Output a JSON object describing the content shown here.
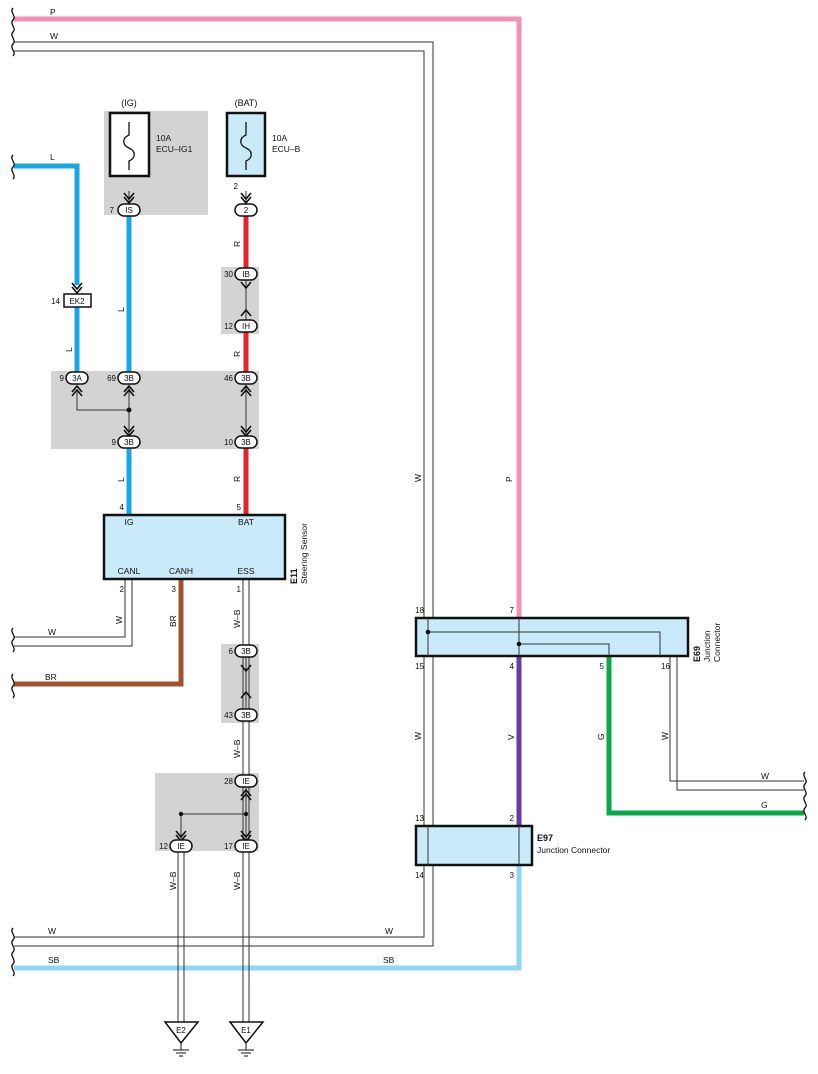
{
  "colors": {
    "pink": "#F48FB8",
    "blue": "#16A8E6",
    "red": "#E8212B",
    "brown": "#A0522D",
    "purple": "#6B3AA0",
    "green": "#0EA64A",
    "lightblue": "#8DD6F5",
    "gray": "#D3D3D3",
    "box": "#C9EAF8"
  },
  "wires": {
    "p_top": "P",
    "w_top": "W",
    "l_left": "L",
    "l_v1": "L",
    "l_v2": "L",
    "l_v3": "L",
    "r_v1": "R",
    "r_v2": "R",
    "r_v3": "R",
    "w_v": "W",
    "p_v": "P",
    "w_canl_v": "W",
    "w_canl_h": "W",
    "br_v": "BR",
    "br_h": "BR",
    "wb_1": "W–B",
    "wb_2": "W–B",
    "wb_3": "W–B",
    "wb_4": "W–B",
    "w_lower": "W",
    "v_v": "V",
    "g_v": "G",
    "w_16": "W",
    "w_right": "W",
    "g_right": "G",
    "w_bottom_l": "W",
    "w_bottom_r": "W",
    "sb_bottom_l": "SB",
    "sb_bottom_r": "SB"
  },
  "fuses": {
    "ig": {
      "source": "(IG)",
      "amp": "10A",
      "name": "ECU–IG1"
    },
    "bat": {
      "source": "(BAT)",
      "amp": "10A",
      "name": "ECU–B"
    }
  },
  "connectors": {
    "is": {
      "pin": "7",
      "code": "IS"
    },
    "bat2": {
      "pin": "2",
      "code": "2",
      "fuse_pin": "2"
    },
    "ib": {
      "pin": "30",
      "code": "IB"
    },
    "ih": {
      "pin": "12",
      "code": "IH"
    },
    "ek2": {
      "pin": "14",
      "code": "EK2"
    },
    "a3": {
      "pin": "9",
      "code": "3A"
    },
    "b69": {
      "pin": "69",
      "code": "3B"
    },
    "b46": {
      "pin": "46",
      "code": "3B"
    },
    "b9": {
      "pin": "9",
      "code": "3B"
    },
    "b10": {
      "pin": "10",
      "code": "3B"
    },
    "b6": {
      "pin": "6",
      "code": "3B"
    },
    "b43": {
      "pin": "43",
      "code": "3B"
    },
    "ie28": {
      "pin": "28",
      "code": "IE"
    },
    "ie12": {
      "pin": "12",
      "code": "IE"
    },
    "ie17": {
      "pin": "17",
      "code": "IE"
    }
  },
  "sensor": {
    "id": "E11",
    "name": "Steering Sensor",
    "pin_ig": "4",
    "lbl_ig": "IG",
    "pin_bat": "5",
    "lbl_bat": "BAT",
    "pin_canl": "2",
    "lbl_canl": "CANL",
    "pin_canh": "3",
    "lbl_canh": "CANH",
    "pin_ess": "1",
    "lbl_ess": "ESS"
  },
  "e69": {
    "id": "E69",
    "name1": "Junction",
    "name2": "Connector",
    "p18": "18",
    "p7": "7",
    "p15": "15",
    "p4": "4",
    "p5": "5",
    "p16": "16"
  },
  "e97": {
    "id": "E97",
    "name": "Junction Connector",
    "p13": "13",
    "p2": "2",
    "p14": "14",
    "p3": "3"
  },
  "grounds": {
    "e2": "E2",
    "e1": "E1"
  }
}
